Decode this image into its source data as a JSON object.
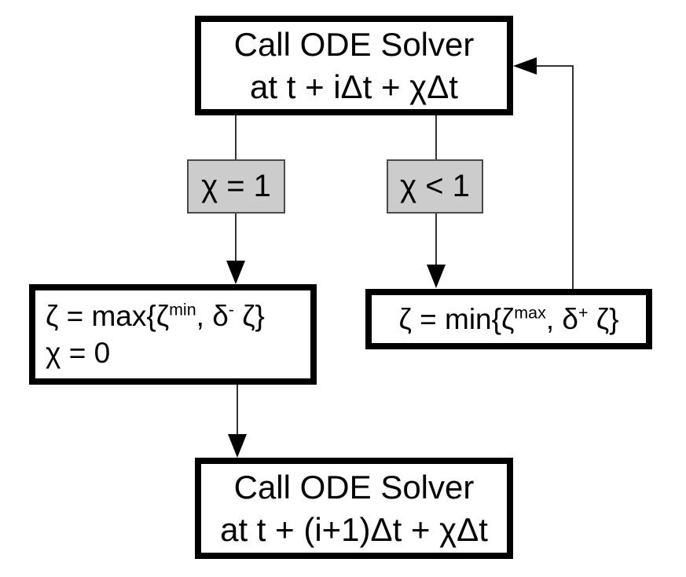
{
  "colors": {
    "box_border": "#000000",
    "box_fill": "#ffffff",
    "condition_fill": "#cccccc",
    "condition_border": "#4a4a4a",
    "connector": "#333333",
    "text": "#000000",
    "background": "#ffffff"
  },
  "nodes": {
    "top_box": {
      "line1": "Call ODE Solver",
      "line2": "at t + iΔt + χΔt"
    },
    "condition_left": "χ = 1",
    "condition_right": "χ < 1",
    "left_box": {
      "eq": [
        "ζ = max{ζ",
        "min",
        ", δ",
        "-",
        " ζ}"
      ],
      "line2": "χ = 0"
    },
    "right_box": {
      "eq": [
        "ζ = min{ζ",
        "max",
        ", δ",
        "+",
        " ζ}"
      ]
    },
    "bottom_box": {
      "line1": "Call ODE Solver",
      "line2": "at t + (i+1)Δt + χΔt"
    }
  }
}
